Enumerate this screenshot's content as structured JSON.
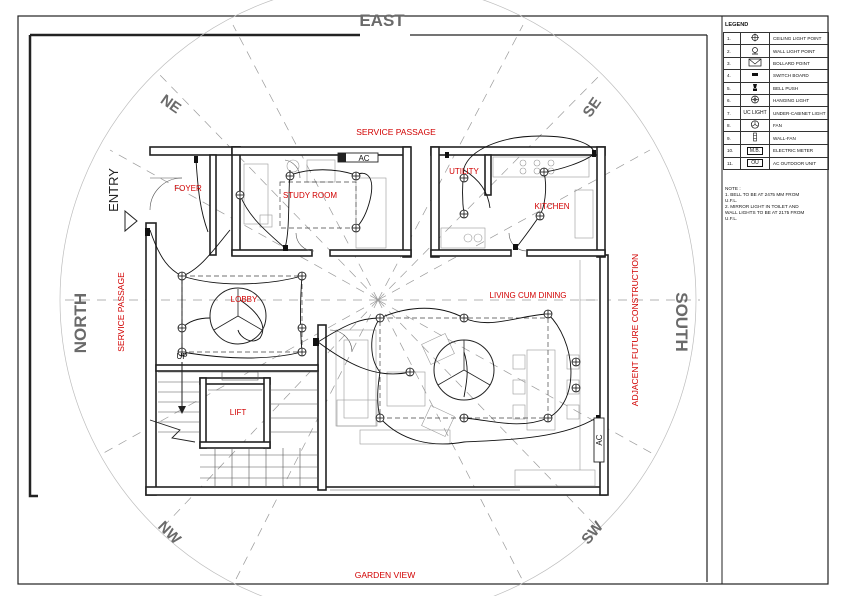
{
  "directions": {
    "north": "NORTH",
    "south": "SOUTH",
    "east": "EAST",
    "ne": "NE",
    "se": "SE",
    "nw": "NW",
    "sw": "SW"
  },
  "side_labels": {
    "service_passage_top": "SERVICE PASSAGE",
    "service_passage_left": "SERVICE PASSAGE",
    "adjacent": "ADJACENT FUTURE CONSTRUCTION",
    "garden": "GARDEN VIEW",
    "entry": "ENTRY"
  },
  "rooms": {
    "foyer": "FOYER",
    "study": "STUDY ROOM",
    "utility": "UTILITY",
    "kitchen": "KITCHEN",
    "lobby": "LOBBY",
    "living": "LIVING CUM DINING",
    "lift": "LIFT",
    "up": "UP"
  },
  "tags": {
    "ac_top": "AC",
    "ac_right": "AC"
  },
  "legend": {
    "title": "LEGEND",
    "items": [
      {
        "n": "1.",
        "symbol": "ceiling-light-icon",
        "label": "CEILING LIGHT POINT"
      },
      {
        "n": "2.",
        "symbol": "wall-light-icon",
        "label": "WALL LIGHT POINT"
      },
      {
        "n": "3.",
        "symbol": "bollard-icon",
        "label": "BOLLARD POINT"
      },
      {
        "n": "4.",
        "symbol": "switch-board-icon",
        "label": "SWITCH BOARD"
      },
      {
        "n": "5.",
        "symbol": "bell-push-icon",
        "label": "BELL PUSH"
      },
      {
        "n": "6.",
        "symbol": "hanging-light-icon",
        "label": "HANGING LIGHT"
      },
      {
        "n": "7.",
        "symbol_text": "UC LIGHT",
        "label": "UNDER-CABINET LIGHT"
      },
      {
        "n": "8.",
        "symbol": "fan-icon",
        "label": "FAN"
      },
      {
        "n": "9.",
        "symbol": "wall-fan-icon",
        "label": "WALL-FAN"
      },
      {
        "n": "10.",
        "symbol_text": "M.B.",
        "label": "ELECTRIC METER"
      },
      {
        "n": "11.",
        "symbol_text": "OU",
        "label": "AC OUTDOOR UNIT"
      }
    ]
  },
  "notes": {
    "title": "NOTE :",
    "lines": [
      "1. BELL TO BE AT 2475 MM FROM",
      "U.F.L.",
      "2. MIRROR LIGHT IN TOILET AND",
      "WALL LIGHTS TO BE AT 2175 FROM",
      "U.F.L."
    ]
  },
  "colors": {
    "annotation_red": "#d10000",
    "direction_grey": "#6a6a6a",
    "ray_grey": "#9a9a9a",
    "line_black": "#222222"
  }
}
